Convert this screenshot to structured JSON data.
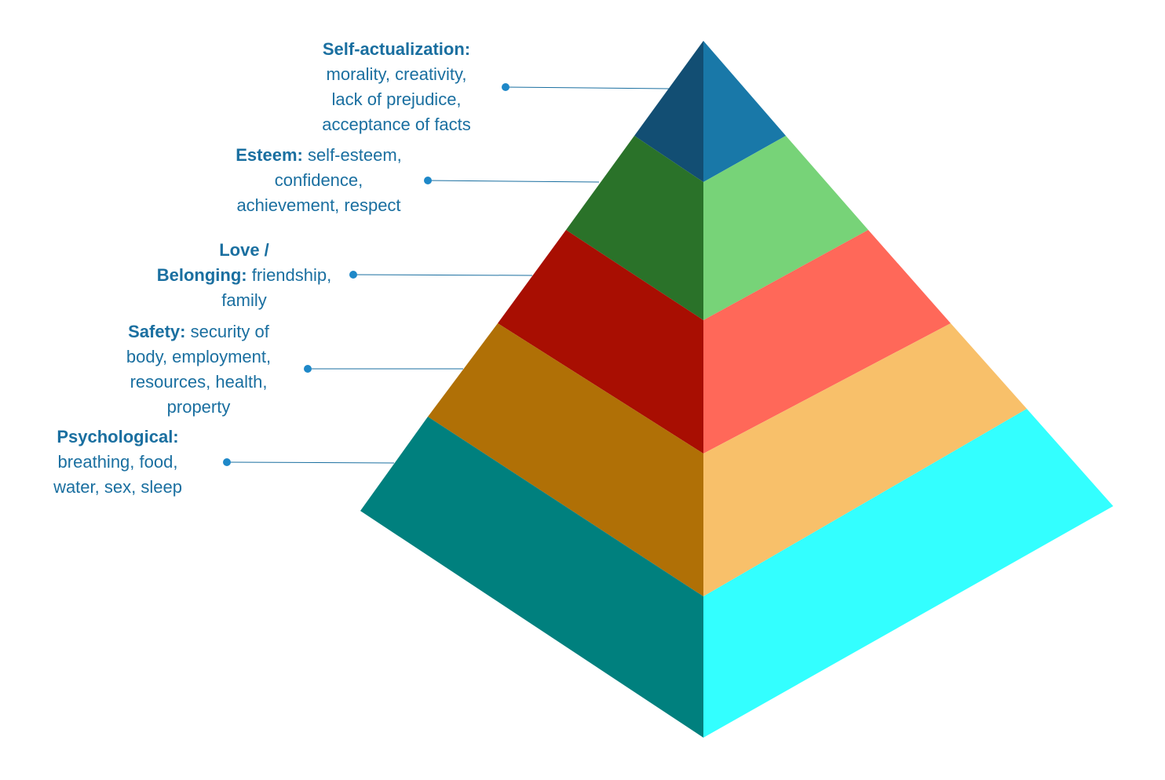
{
  "colors": {
    "label_text": "#1a6fa0",
    "connector": "#1a6fa0",
    "dot": "#1e88c8"
  },
  "levels": [
    {
      "id": "self-actualization",
      "left_color": "#124e73",
      "right_color": "#1978a8",
      "lines": [
        {
          "bold": "Self-actualization:",
          "text": ""
        },
        {
          "bold": "",
          "text": "morality, creativity,"
        },
        {
          "bold": "",
          "text": "lack of prejudice,"
        },
        {
          "bold": "",
          "text": "acceptance of facts"
        }
      ]
    },
    {
      "id": "esteem",
      "left_color": "#2a7229",
      "right_color": "#77d378",
      "lines": [
        {
          "bold": "Esteem:",
          "text": " self-esteem,"
        },
        {
          "bold": "",
          "text": "confidence,"
        },
        {
          "bold": "",
          "text": "achievement, respect"
        }
      ]
    },
    {
      "id": "love-belonging",
      "left_color": "#a80e02",
      "right_color": "#ff6859",
      "lines": [
        {
          "bold": "Love /",
          "text": ""
        },
        {
          "bold": "Belonging:",
          "text": " friendship,"
        },
        {
          "bold": "",
          "text": "family"
        }
      ]
    },
    {
      "id": "safety",
      "left_color": "#b07006",
      "right_color": "#f8c06a",
      "lines": [
        {
          "bold": "Safety:",
          "text": " security of"
        },
        {
          "bold": "",
          "text": "body, employment,"
        },
        {
          "bold": "",
          "text": "resources, health,"
        },
        {
          "bold": "",
          "text": "property"
        }
      ]
    },
    {
      "id": "psychological",
      "left_color": "#00807e",
      "right_color": "#33ffff",
      "lines": [
        {
          "bold": "Psychological:",
          "text": ""
        },
        {
          "bold": "",
          "text": "breathing, food,"
        },
        {
          "bold": "",
          "text": "water, sex, sleep"
        }
      ]
    }
  ]
}
